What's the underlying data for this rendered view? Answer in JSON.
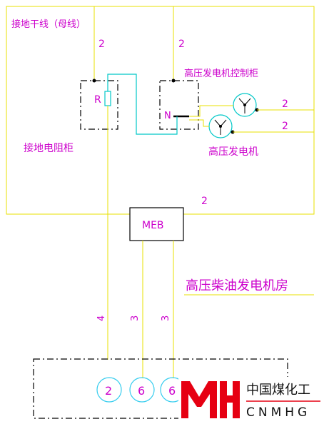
{
  "labels": {
    "ground_bus": "接地干线（母线）",
    "resistor_cabinet": "接地电阻柜",
    "generator_control_cabinet": "高压发电机控制柜",
    "generator": "高压发电机",
    "room_title": "高压柴油发电机房",
    "meb": "MEB",
    "resistor_symbol": "R",
    "neutral_symbol": "N"
  },
  "wire_numbers": {
    "ground_bus_drop": "2",
    "control_cabinet_drop": "2",
    "generator_upper_right": "2",
    "generator_lower_right": "2",
    "room_bottom": "2",
    "resistor_down": "4",
    "meb_down_left": "3",
    "meb_down_right": "3"
  },
  "terminals": [
    "2",
    "6",
    "6"
  ],
  "logo": {
    "mark": "MH",
    "chinese": "中国煤化工",
    "english": "CNMHG"
  },
  "colors": {
    "outline": "#e8e000",
    "wire_cyan": "#00c8c8",
    "text_magenta": "#cc00cc",
    "cabinet_black": "#000000",
    "logo_red": "#e60012",
    "terminal_cyan": "#33ccee"
  }
}
